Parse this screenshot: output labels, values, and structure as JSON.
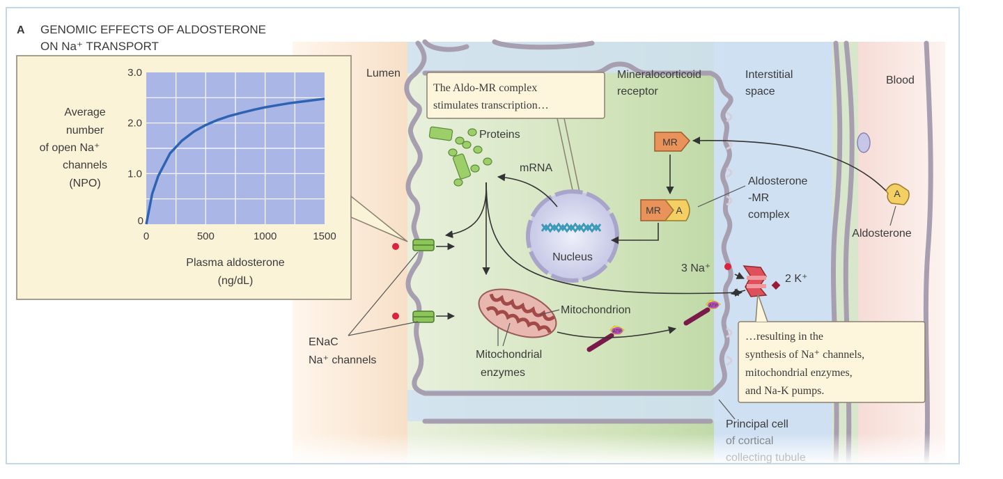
{
  "figure": {
    "panel_letter": "A",
    "title_line1": "GENOMIC EFFECTS OF ALDOSTERONE",
    "title_line2": "ON Na⁺ TRANSPORT"
  },
  "chart_data": {
    "type": "line",
    "ylabel_lines": [
      "Average",
      "number",
      "of open Na⁺",
      "channels",
      "(NPO)"
    ],
    "xlabel_lines": [
      "Plasma aldosterone",
      "(ng/dL)"
    ],
    "xlim": [
      0,
      1500
    ],
    "ylim": [
      0,
      3.0
    ],
    "x_ticks": [
      "0",
      "500",
      "1000",
      "1500"
    ],
    "y_ticks": [
      "0",
      "1.0",
      "2.0",
      "3.0"
    ],
    "grid": true,
    "series": [
      {
        "color": "#2e63b3",
        "x": [
          0,
          50,
          100,
          200,
          300,
          400,
          500,
          600,
          700,
          800,
          900,
          1000,
          1100,
          1200,
          1300,
          1400,
          1500
        ],
        "y": [
          0,
          0.6,
          0.95,
          1.4,
          1.65,
          1.83,
          1.96,
          2.06,
          2.14,
          2.2,
          2.26,
          2.31,
          2.35,
          2.39,
          2.42,
          2.45,
          2.48
        ]
      }
    ]
  },
  "diagram": {
    "labels": {
      "lumen": "Lumen",
      "interstitial_1": "Interstitial",
      "interstitial_2": "space",
      "blood": "Blood",
      "mineralo_1": "Mineralocorticoid",
      "mineralo_2": "receptor",
      "proteins": "Proteins",
      "mrna": "mRNA",
      "nucleus": "Nucleus",
      "mr": "MR",
      "mr_complex": "MR",
      "a_complex": "A",
      "a_blood": "A",
      "aldo_mr_1": "Aldosterone",
      "aldo_mr_2": "-MR",
      "aldo_mr_3": "complex",
      "aldosterone": "Aldosterone",
      "na3": "3 Na⁺",
      "k2": "2 K⁺",
      "mitochondrion": "Mitochondrion",
      "mito_enz_1": "Mitochondrial",
      "mito_enz_2": "enzymes",
      "enac_1": "ENaC",
      "enac_2": "Na⁺ channels",
      "atp": "ATP",
      "principal_1": "Principal cell",
      "principal_2": "of cortical",
      "principal_3": "collecting tubule"
    },
    "callout_top": {
      "line1": "The Aldo-MR complex",
      "line2": "stimulates transcription…"
    },
    "callout_bottom": {
      "line1": "…resulting in the",
      "line2": "synthesis of Na⁺ channels,",
      "line3": "mitochondrial enzymes,",
      "line4": "and Na-K pumps."
    }
  },
  "colors": {
    "frame_border": "#c7d5ea",
    "chart_bg": "#aab6e6",
    "chart_panel_bg": "#fbf3d8",
    "curve": "#2e63b3",
    "cytoplasm": "#d9e8c8",
    "interstitial": "#cfe0f2",
    "membrane": "#b3aab8",
    "na_dot": "#d9233f",
    "mr_orange": "#e9925a",
    "aldosterone_yellow": "#f3cf64",
    "callout_bg": "#fdf6dc"
  }
}
